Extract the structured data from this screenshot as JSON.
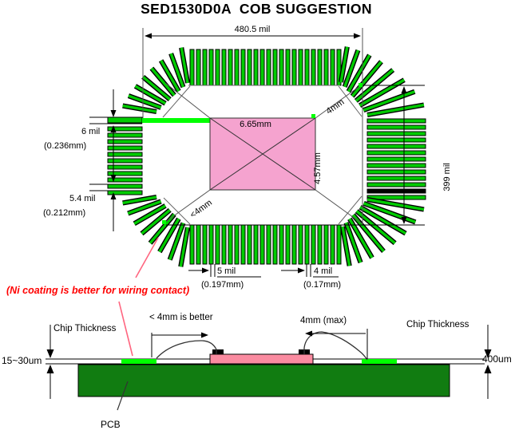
{
  "title": "SED1530D0A  COB SUGGESTION",
  "colors": {
    "finger_green": "#00CC00",
    "highlight_green": "#00FF00",
    "black_finger": "#000000",
    "pcb_green": "#117C11",
    "die_pink_top": "#F5A3CF",
    "die_pink_side": "#FA8BA0",
    "note_red": "#FF0000",
    "leader_pink": "#FF6680",
    "line": "#000000",
    "boundary_gray": "#666666"
  },
  "top_view": {
    "width_dim": "480.5 mil",
    "height_dim": "399 mil",
    "die_width": "6.65mm",
    "die_height": "4.57mm",
    "corner_clearance": "4mm",
    "corner_clearance_min": "<4mm",
    "finger_width_a": "6 mil",
    "finger_width_a_mm": "(0.236mm)",
    "finger_width_b": "5.4 mil",
    "finger_width_b_mm": "(0.212mm)",
    "finger_gap_a": "5 mil",
    "finger_gap_a_mm": "(0.197mm)",
    "finger_gap_b": "4 mil",
    "finger_gap_b_mm": "(0.17mm)",
    "fingers": {
      "top_count": 24,
      "bottom_count": 24,
      "left_count": 11,
      "right_count": 13,
      "corner_count": 8,
      "right_black_index": 11
    }
  },
  "note": "(Ni coating is better for wiring contact)",
  "cross_section": {
    "chip_thickness_left": "Chip Thickness",
    "layer_thickness": "15~30um",
    "wire_span_left": "< 4mm is better",
    "wire_span_right": "4mm (max)",
    "chip_thickness_right": "Chip Thickness",
    "board_thickness": "400um",
    "pcb_label": "PCB"
  }
}
